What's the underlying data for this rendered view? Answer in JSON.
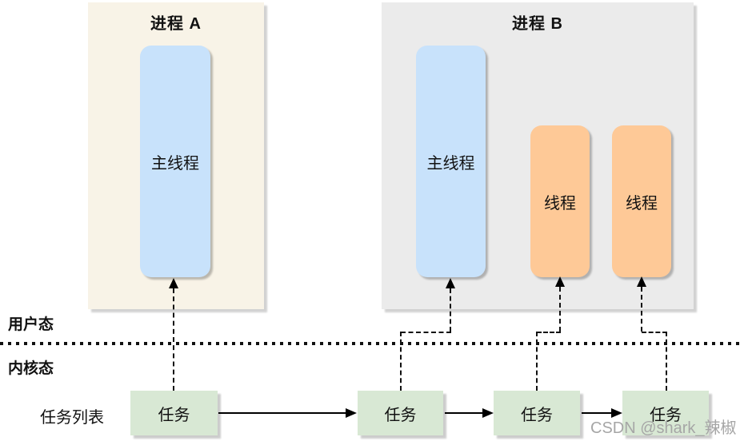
{
  "processes": {
    "a": {
      "title": "进程 A",
      "main_thread": "主线程"
    },
    "b": {
      "title": "进程 B",
      "main_thread": "主线程",
      "threads": [
        "线程",
        "线程"
      ]
    }
  },
  "modes": {
    "user": "用户态",
    "kernel": "内核态"
  },
  "task_list": {
    "label": "任务列表",
    "tasks": [
      "任务",
      "任务",
      "任务",
      "任务"
    ]
  },
  "watermark": "CSDN @shark_辣椒",
  "colors": {
    "process-a-bg": "#f8f3e7",
    "process-b-bg": "#ebebeb",
    "main-thread-fill": "#c8e2fb",
    "thread-fill": "#fec997",
    "task-fill": "#d8e8d4",
    "line-color": "#111111"
  }
}
